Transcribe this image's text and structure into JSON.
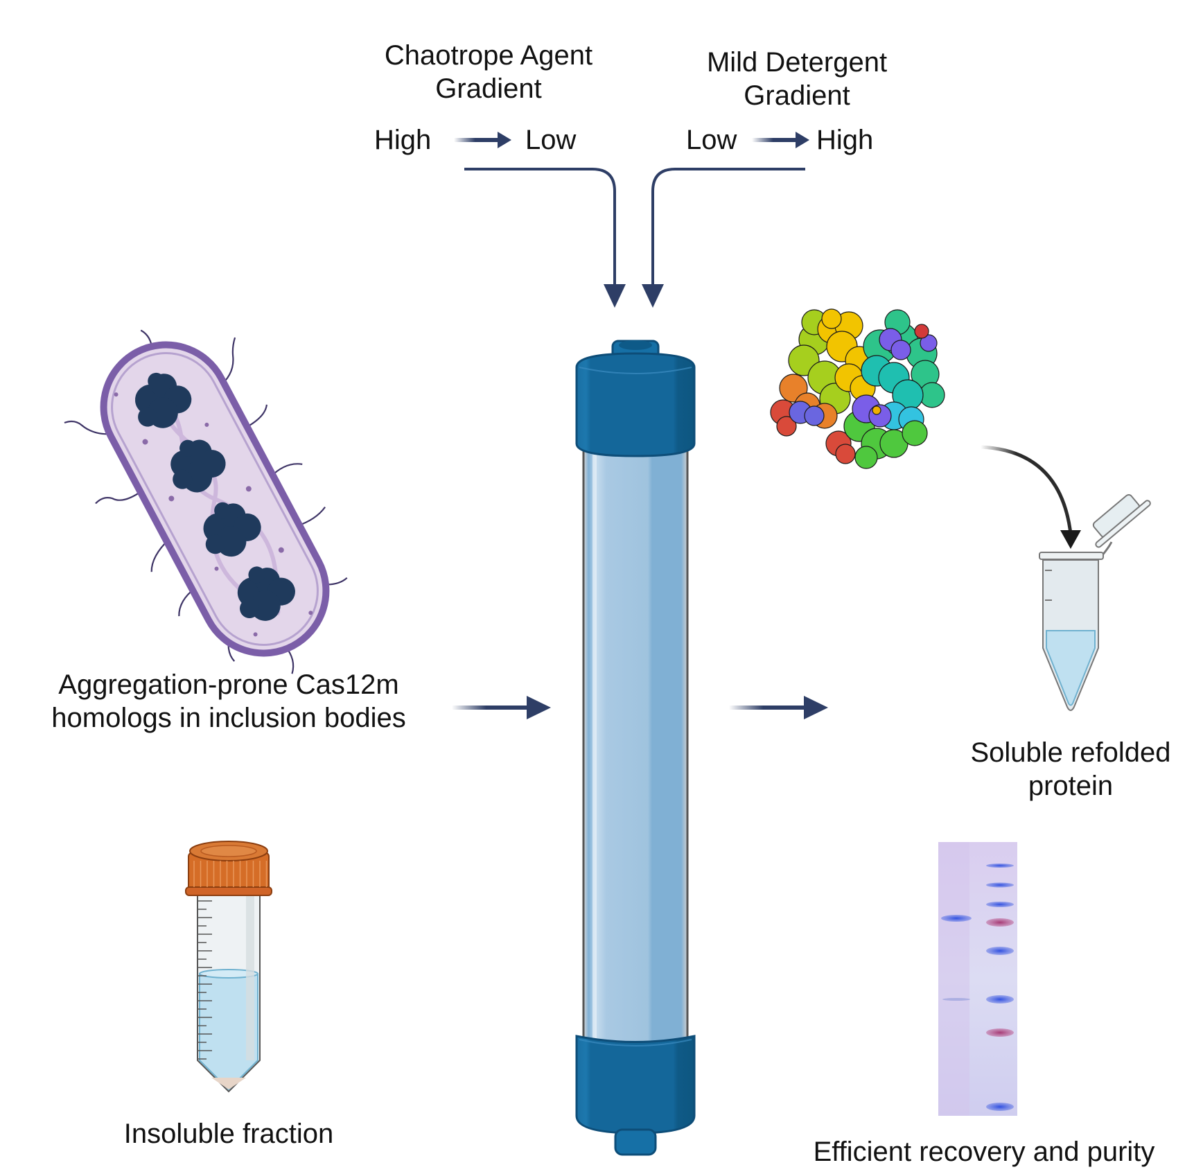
{
  "gradients": {
    "chaotrope": {
      "title_line1": "Chaotrope Agent",
      "title_line2": "Gradient",
      "from": "High",
      "to": "Low"
    },
    "detergent": {
      "title_line1": "Mild Detergent",
      "title_line2": "Gradient",
      "from": "Low",
      "to": "High"
    }
  },
  "input": {
    "label_line1": "Aggregation-prone Cas12m",
    "label_line2": "homologs in inclusion bodies"
  },
  "outputs": {
    "soluble_line1": "Soluble refolded",
    "soluble_line2": "protein",
    "insoluble": "Insoluble fraction",
    "gel": "Efficient recovery and purity"
  },
  "colors": {
    "arrow": "#2e3e66",
    "column_cap": "#14679a",
    "column_body": "#9fc3de",
    "bacterium_fill": "#e3d6ea",
    "bacterium_edge": "#7b5ea8",
    "aggregate": "#1f3a5c",
    "tube_cap": "#d56d27",
    "liquid": "#bfe0f0",
    "gel_bg": "#d7d5f0",
    "gel_band_blue": "#3d5ad8",
    "gel_band_magenta": "#b0407a"
  }
}
